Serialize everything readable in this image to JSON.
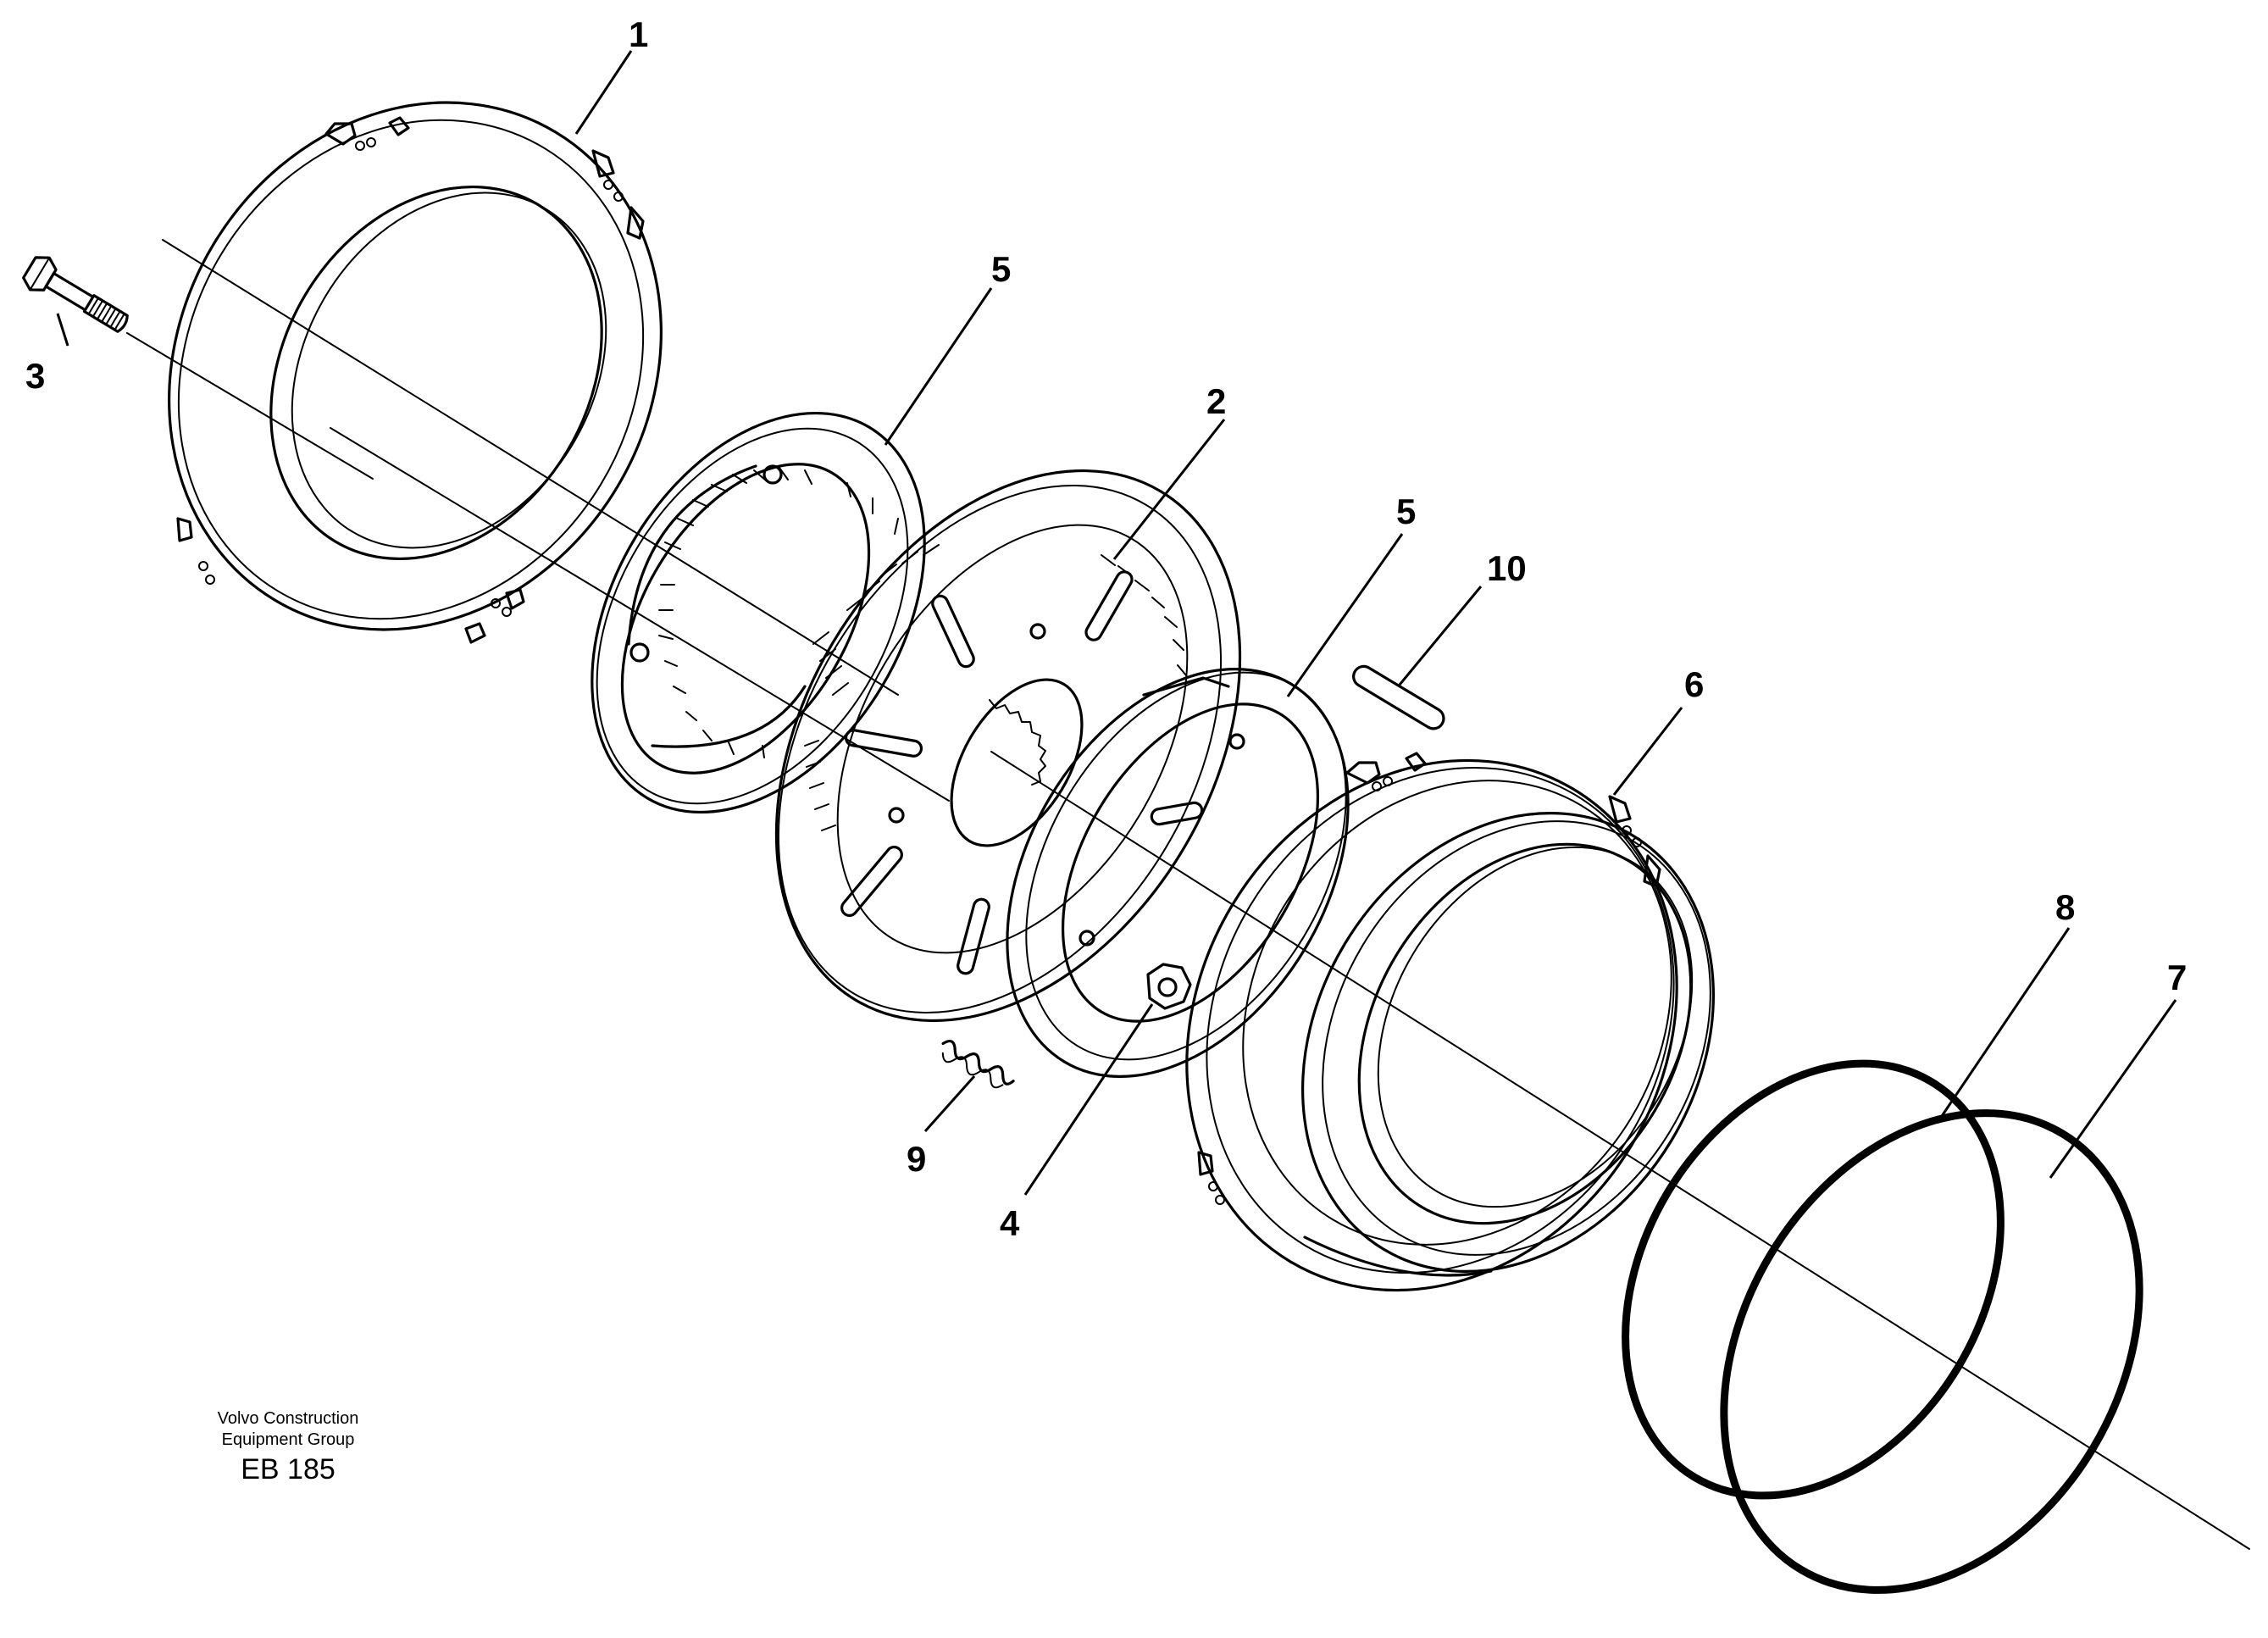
{
  "callouts": [
    {
      "id": "1",
      "label": "1"
    },
    {
      "id": "2",
      "label": "2"
    },
    {
      "id": "3",
      "label": "3"
    },
    {
      "id": "4",
      "label": "4"
    },
    {
      "id": "5a",
      "label": "5"
    },
    {
      "id": "5b",
      "label": "5"
    },
    {
      "id": "6",
      "label": "6"
    },
    {
      "id": "7",
      "label": "7"
    },
    {
      "id": "8",
      "label": "8"
    },
    {
      "id": "9",
      "label": "9"
    },
    {
      "id": "10",
      "label": "10"
    }
  ],
  "credit": {
    "line1": "Volvo Construction",
    "line2": "Equipment Group",
    "code": "EB 185"
  }
}
